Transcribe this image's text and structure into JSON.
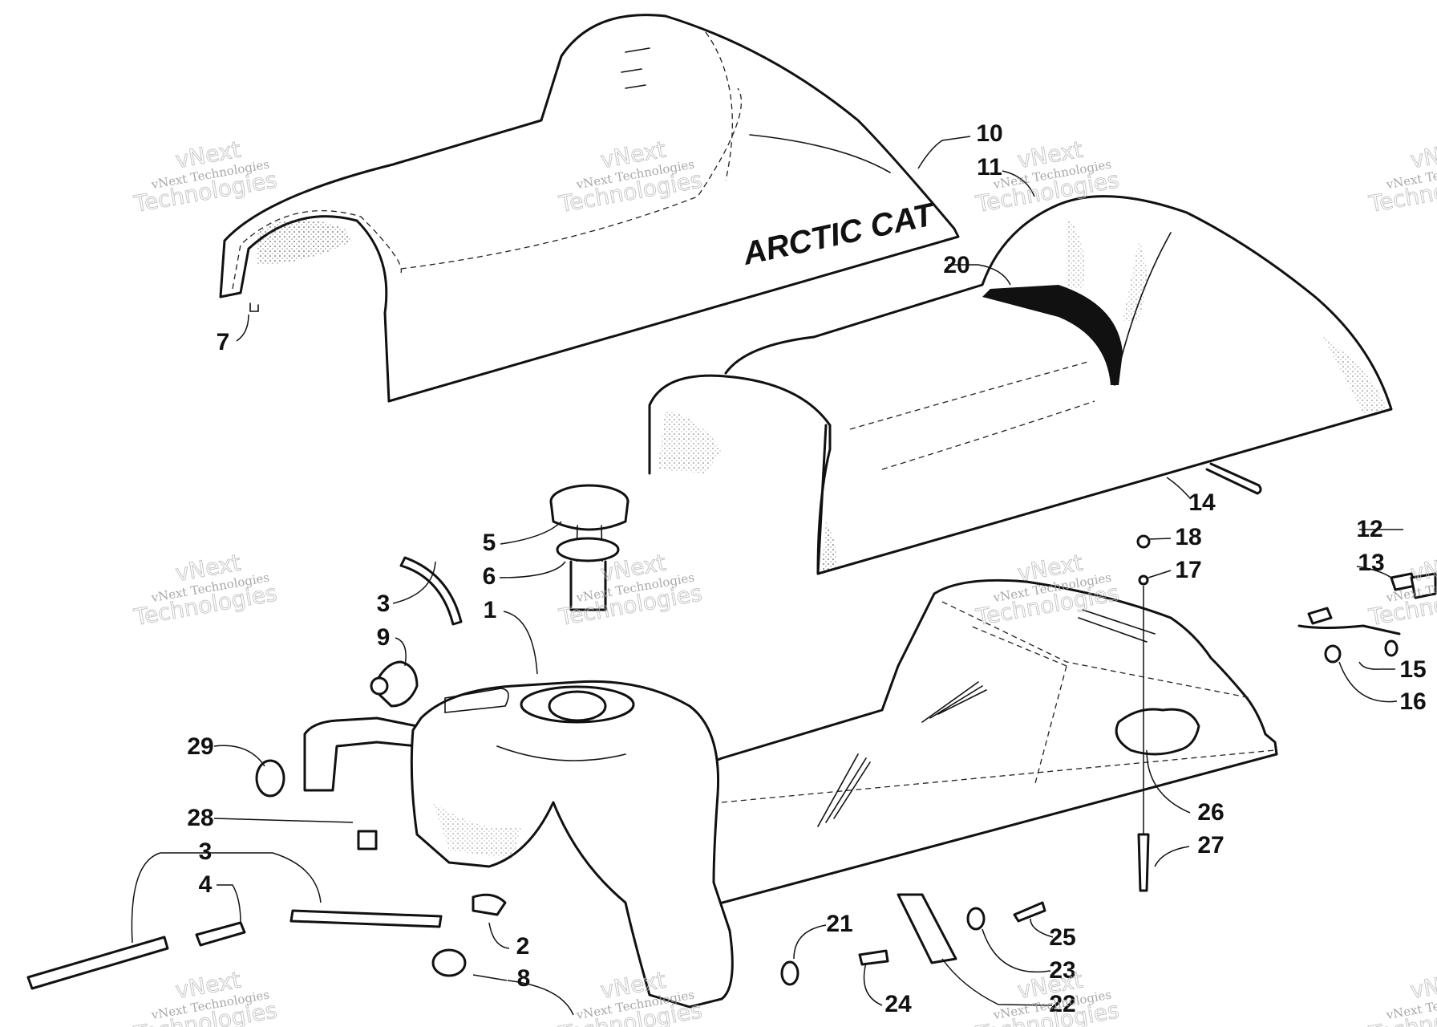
{
  "diagram": {
    "brand_text": "ARCTIC CAT",
    "callouts": [
      "10",
      "11",
      "7",
      "20",
      "14",
      "5",
      "6",
      "3",
      "1",
      "9",
      "18",
      "17",
      "12",
      "13",
      "15",
      "16",
      "29",
      "28",
      "3",
      "4",
      "2",
      "26",
      "27",
      "21",
      "25",
      "23",
      "22",
      "24",
      "8"
    ],
    "watermark": {
      "line1": "vNext",
      "line2": "vNext Technologies",
      "line3": "Technologies"
    }
  }
}
